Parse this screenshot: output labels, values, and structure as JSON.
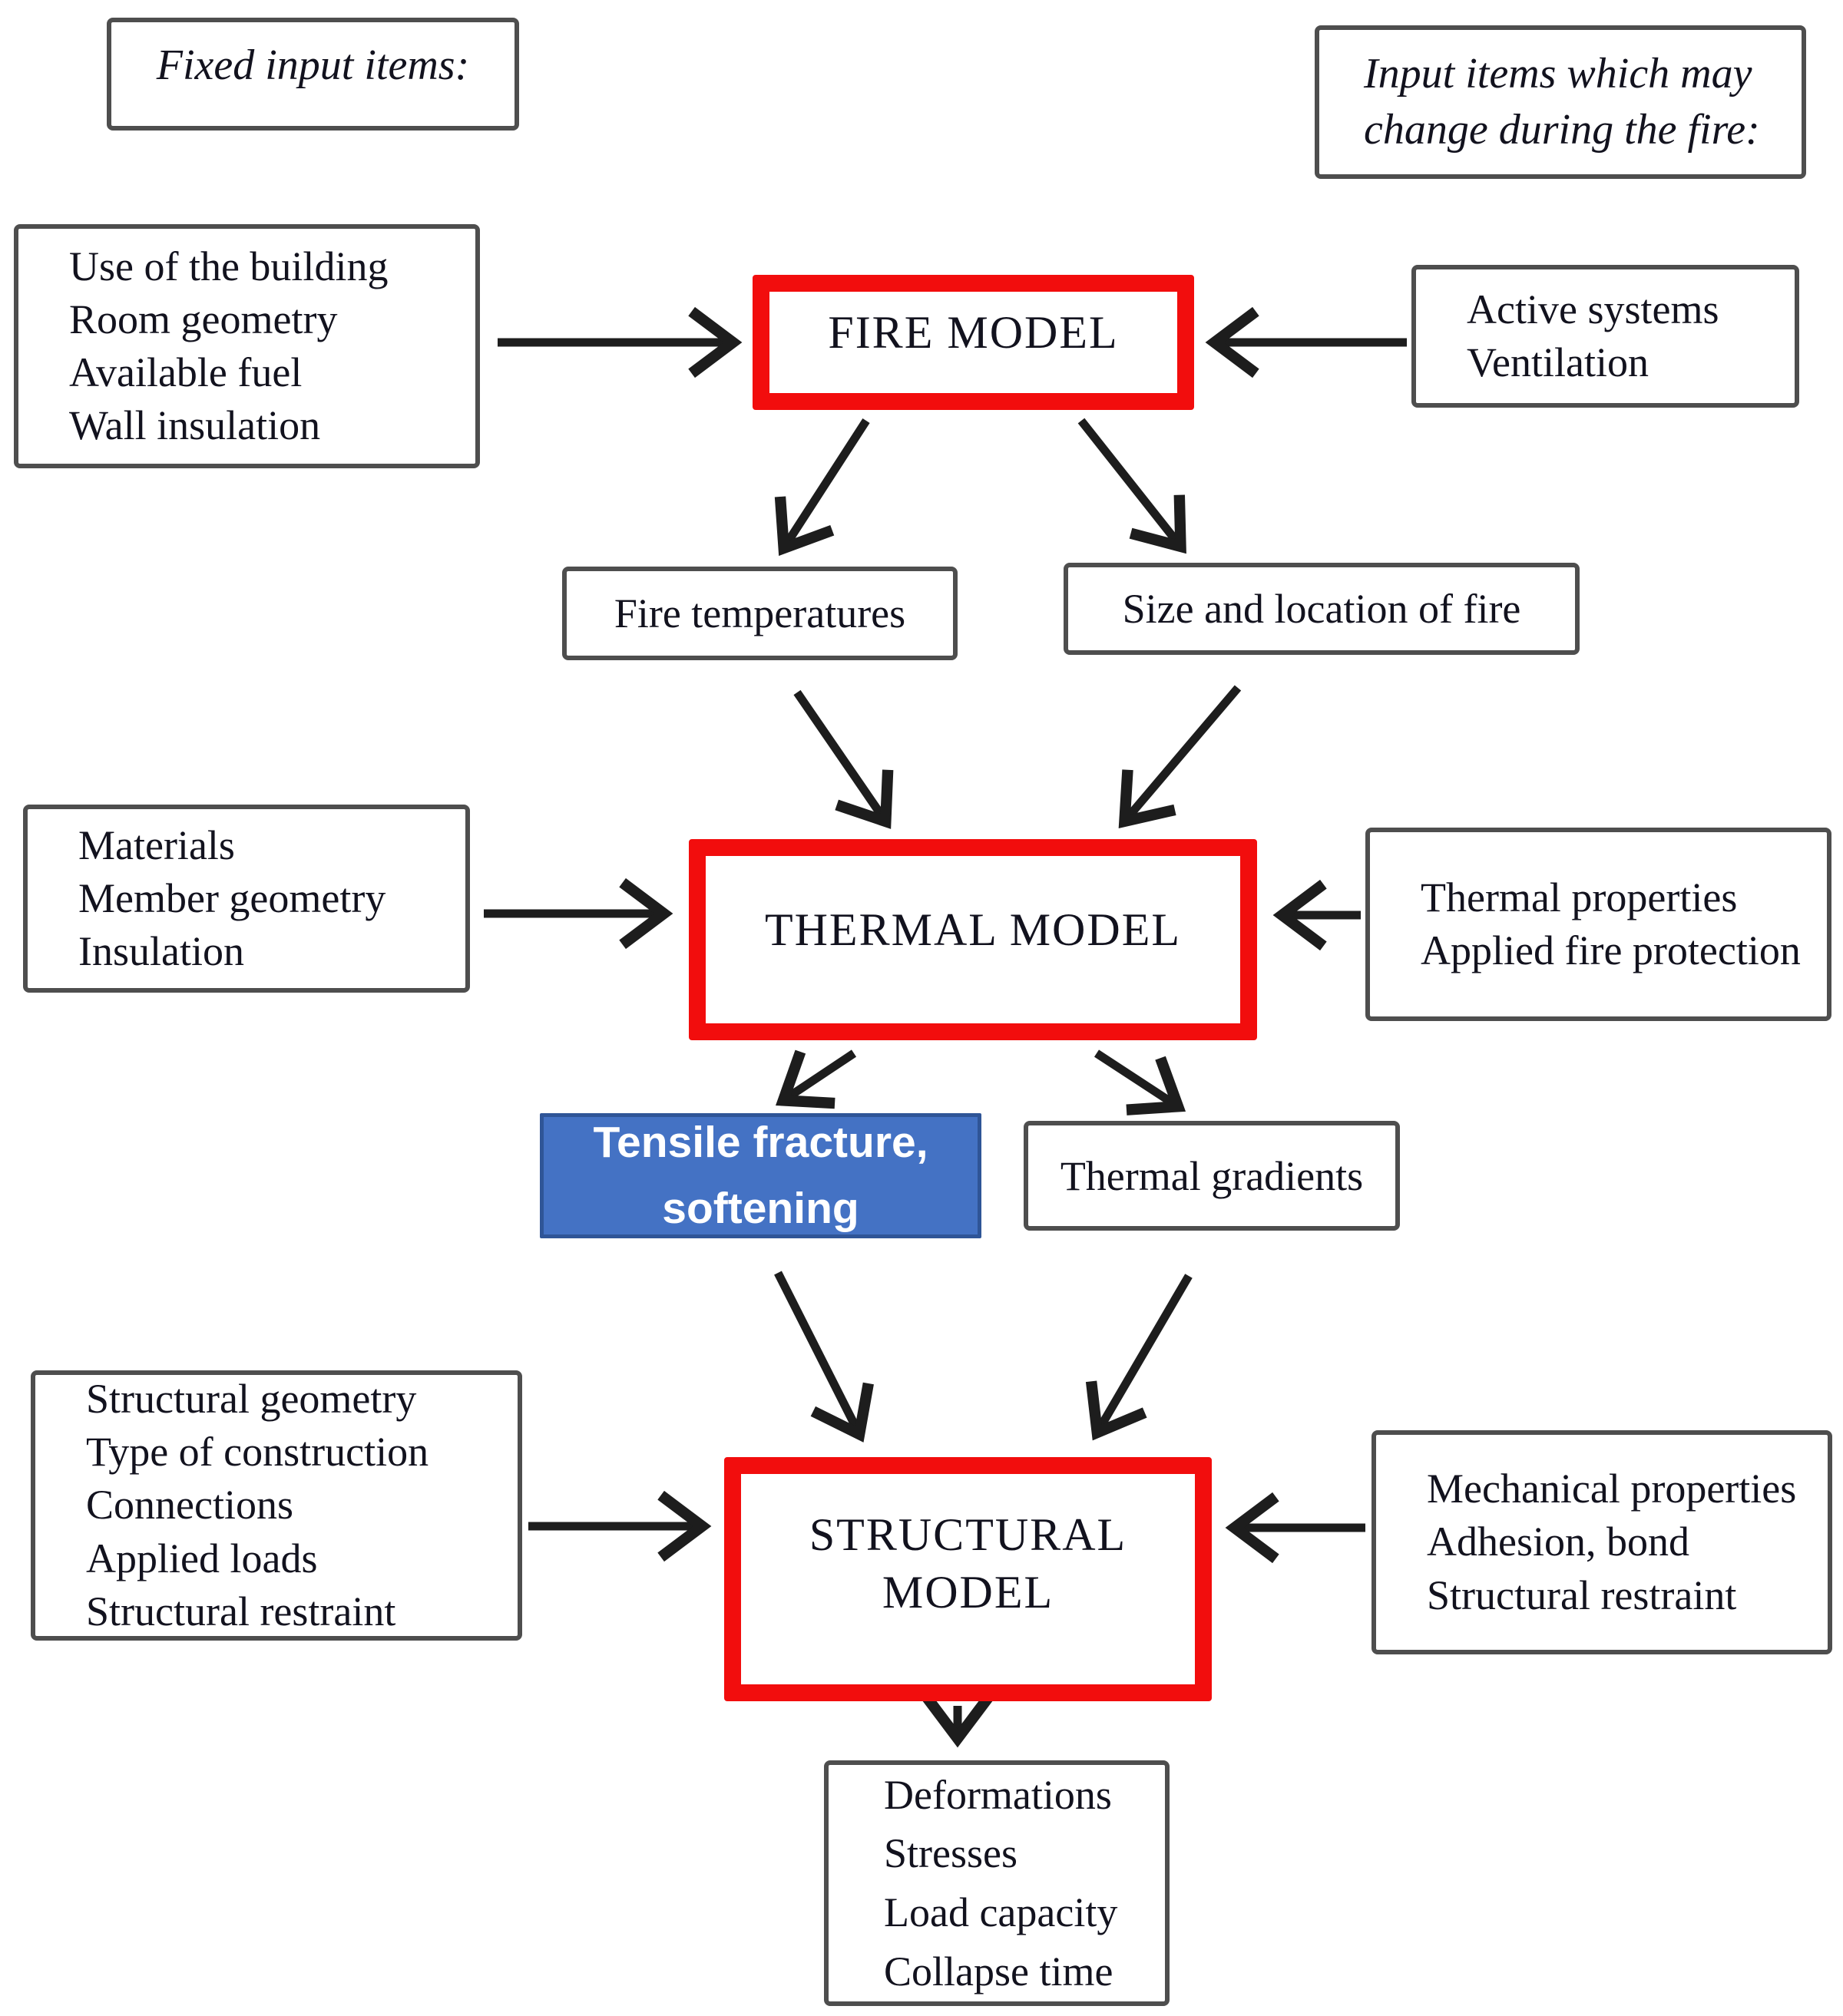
{
  "figure": {
    "labels": {
      "fixed": "Fixed input items:",
      "changing_line1": "Input items which may",
      "changing_line2": "change during the fire:"
    },
    "nodes": {
      "fire_inputs_fixed": [
        "Use of the building",
        "Room geometry",
        "Available fuel",
        "Wall insulation"
      ],
      "fire_model": "FIRE MODEL",
      "fire_inputs_changing": [
        "Active systems",
        "Ventilation"
      ],
      "fire_temperatures": "Fire temperatures",
      "size_location": "Size and location of fire",
      "thermal_inputs_fixed": [
        "Materials",
        "Member geometry",
        "Insulation"
      ],
      "thermal_model": "THERMAL MODEL",
      "thermal_inputs_changing": [
        "Thermal properties",
        "Applied fire protection"
      ],
      "tensile_fracture": [
        "Tensile fracture,",
        "softening"
      ],
      "thermal_gradients": "Thermal gradients",
      "structural_inputs_fixed": [
        "Structural geometry",
        "Type of construction",
        "Connections",
        "Applied loads",
        "Structural restraint"
      ],
      "structural_model": [
        "STRUCTURAL",
        "MODEL"
      ],
      "structural_inputs_changing": [
        "Mechanical properties",
        "Adhesion, bond",
        "Structural restraint"
      ],
      "outputs": [
        "Deformations",
        "Stresses",
        "Load capacity",
        "Collapse time"
      ]
    },
    "edges": [
      {
        "from": "fire_inputs_fixed",
        "to": "fire_model"
      },
      {
        "from": "fire_inputs_changing",
        "to": "fire_model"
      },
      {
        "from": "fire_model",
        "to": "fire_temperatures"
      },
      {
        "from": "fire_model",
        "to": "size_location"
      },
      {
        "from": "fire_temperatures",
        "to": "thermal_model"
      },
      {
        "from": "size_location",
        "to": "thermal_model"
      },
      {
        "from": "thermal_inputs_fixed",
        "to": "thermal_model"
      },
      {
        "from": "thermal_inputs_changing",
        "to": "thermal_model"
      },
      {
        "from": "thermal_model",
        "to": "tensile_fracture"
      },
      {
        "from": "thermal_model",
        "to": "thermal_gradients"
      },
      {
        "from": "tensile_fracture",
        "to": "structural_model"
      },
      {
        "from": "thermal_gradients",
        "to": "structural_model"
      },
      {
        "from": "structural_inputs_fixed",
        "to": "structural_model"
      },
      {
        "from": "structural_inputs_changing",
        "to": "structural_model"
      },
      {
        "from": "structural_model",
        "to": "outputs"
      }
    ],
    "colors": {
      "model_border": "#f20d0d",
      "highlight_fill": "#4472c4",
      "highlight_border": "#2f5597",
      "highlight_text": "#ffffff",
      "box_border": "#4e4e4e",
      "arrow": "#1d1d1d",
      "text": "#12121e"
    }
  }
}
